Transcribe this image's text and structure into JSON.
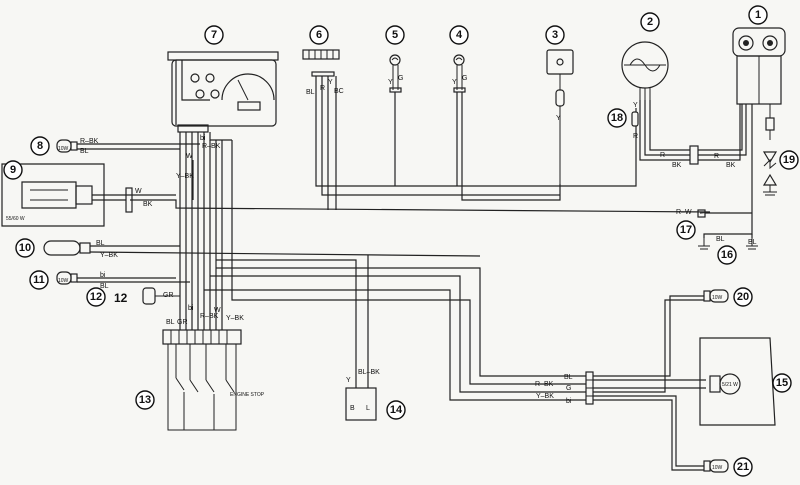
{
  "callouts": [
    "1",
    "2",
    "3",
    "4",
    "5",
    "6",
    "7",
    "8",
    "9",
    "10",
    "11",
    "12",
    "12",
    "13",
    "14",
    "15",
    "16",
    "17",
    "18",
    "19",
    "20",
    "21"
  ],
  "wires": {
    "r_bk": "R–BK",
    "bl": "BL",
    "w": "W",
    "bk": "BK",
    "y_bk": "Y–BK",
    "bi": "bi",
    "gr": "GR",
    "r": "R",
    "y": "Y",
    "g": "G",
    "bc": "BC",
    "r_w": "R–W",
    "bl_bk": "BL–BK"
  },
  "bulbs": {
    "b10w": "10W",
    "headlamp": "55/60 W",
    "tail": "5/21 W"
  },
  "regulator": {
    "b": "B",
    "l": "L"
  },
  "switch": {
    "engine_stop": "ENGINE STOP"
  }
}
